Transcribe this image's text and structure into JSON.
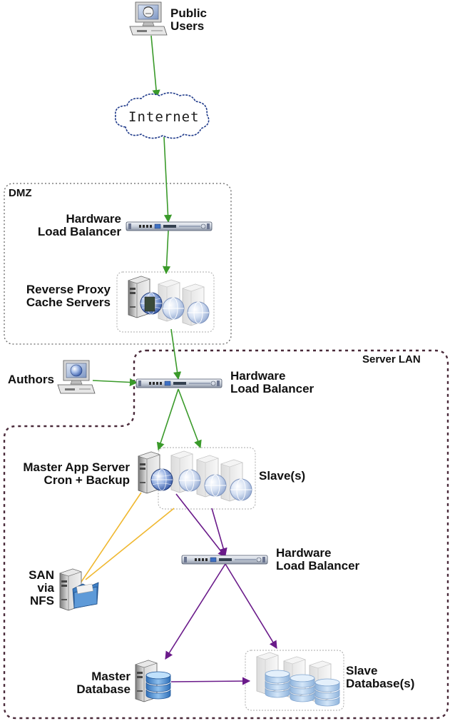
{
  "colors": {
    "web_link": "#3a9a2a",
    "storage_link": "#f0b830",
    "db_link": "#6a1a8a",
    "zone_border": "#4a2a3a",
    "dmz_border": "#666666"
  },
  "zones": {
    "dmz": "DMZ",
    "server_lan": "Server LAN"
  },
  "nodes": {
    "public_users": {
      "line1": "Public",
      "line2": "Users",
      "icon": "workstation-gnu-icon"
    },
    "internet": {
      "label": "Internet",
      "icon": "cloud-icon"
    },
    "hw_lb_dmz": {
      "line1": "Hardware",
      "line2": "Load Balancer",
      "icon": "rack-appliance-icon"
    },
    "reverse_proxy": {
      "line1": "Reverse Proxy",
      "line2": "Cache Servers",
      "icon": "server-cluster-icon"
    },
    "authors": {
      "label": "Authors",
      "icon": "workstation-globe-icon"
    },
    "hw_lb_lan": {
      "line1": "Hardware",
      "line2": "Load Balancer",
      "icon": "rack-appliance-icon"
    },
    "master_app": {
      "line1": "Master App Server",
      "line2": "Cron + Backup",
      "icon": "web-server-icon"
    },
    "slaves": {
      "label": "Slave(s)",
      "icon": "web-server-cluster-icon"
    },
    "hw_lb_db": {
      "line1": "Hardware",
      "line2": "Load Balancer",
      "icon": "rack-appliance-icon"
    },
    "san": {
      "line1": "SAN",
      "line2": "via",
      "line3": "NFS",
      "icon": "file-server-icon"
    },
    "master_db": {
      "line1": "Master",
      "line2": "Database",
      "icon": "database-server-icon"
    },
    "slave_db": {
      "line1": "Slave",
      "line2": "Database(s)",
      "icon": "database-cluster-icon"
    }
  }
}
